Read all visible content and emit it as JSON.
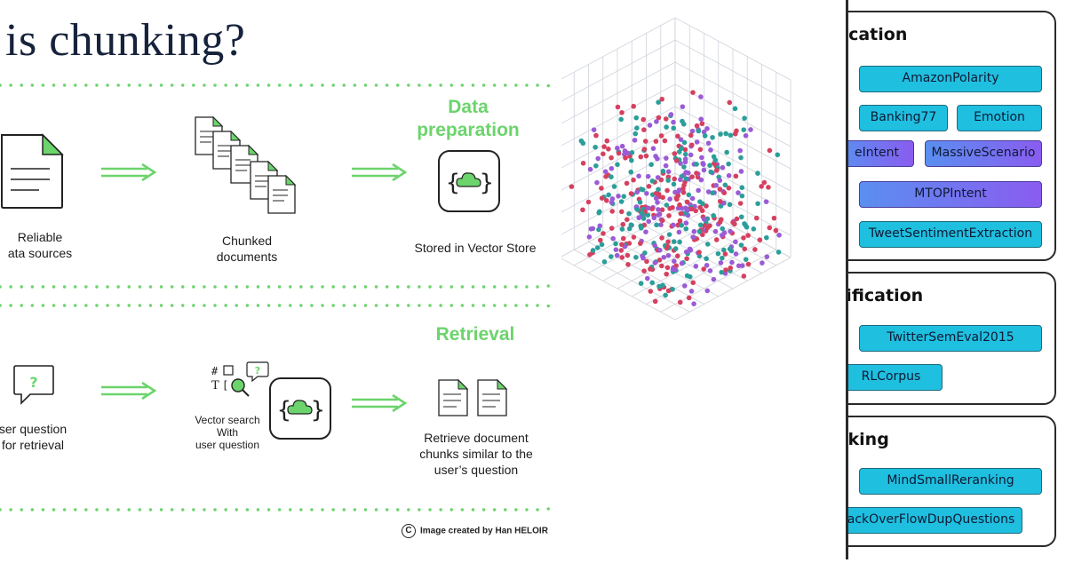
{
  "chunking_diagram": {
    "title": "at is chunking?",
    "stage_preparation": "Data\npreparation",
    "stage_retrieval": "Retrieval",
    "label_sources": "Reliable\nata sources",
    "label_chunked": "Chunked\ndocuments",
    "label_stored": "Stored in Vector Store",
    "label_question": "ser question\nfor retrieval",
    "label_vector_search": "Vector search\nWith\nuser question",
    "label_retrieve": "Retrieve document\nchunks similar to the\nuser’s question",
    "credit_symbol": "C",
    "credit": "Image created by Han HELOIR",
    "accent_color": "#6cd46c"
  },
  "scatter_3d": {
    "point_colors": [
      "#d6405f",
      "#2b9e9a",
      "#9b5bd6"
    ]
  },
  "task_panel": {
    "cards": [
      {
        "title": "fication",
        "pills": [
          {
            "label": "AmazonPolarity",
            "color": "cyan"
          },
          {
            "label": "Banking77",
            "color": "cyan"
          },
          {
            "label": "Emotion",
            "color": "cyan"
          },
          {
            "label": "eIntent",
            "color": "purple"
          },
          {
            "label": "MassiveScenario",
            "color": "purple"
          },
          {
            "label": "MTOPIntent",
            "color": "purple"
          },
          {
            "label": "TweetSentimentExtraction",
            "color": "cyan"
          }
        ]
      },
      {
        "title": "sification",
        "pills": [
          {
            "label": "TwitterSemEval2015",
            "color": "cyan"
          },
          {
            "label": "RLCorpus",
            "color": "cyan"
          }
        ]
      },
      {
        "title": "nking",
        "pills": [
          {
            "label": "MindSmallReranking",
            "color": "cyan"
          },
          {
            "label": "ackOverFlowDupQuestions",
            "color": "cyan"
          }
        ]
      }
    ]
  }
}
